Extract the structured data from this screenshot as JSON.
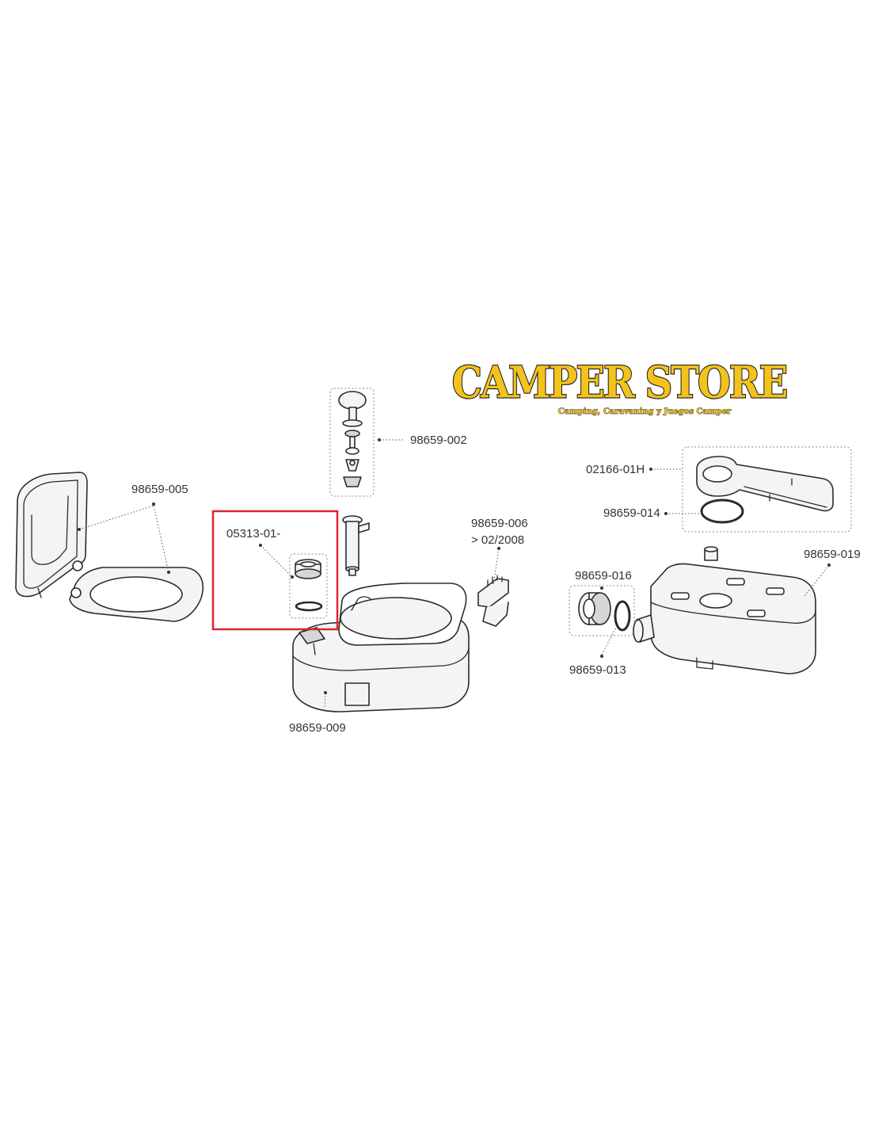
{
  "brand": {
    "name": "CAMPER STORE",
    "tagline": "Camping, Caravaning y Juegos Camper",
    "color": "#f4c21c",
    "outline_color": "#1a1a1a"
  },
  "highlight": {
    "part": "05313-01-",
    "color": "#d9272e"
  },
  "parts": {
    "p002": "98659-002",
    "p005": "98659-005",
    "p05313": "05313-01-",
    "p006": "98659-006",
    "p006_note": "> 02/2008",
    "p01h": "02166-01H",
    "p014": "98659-014",
    "p016": "98659-016",
    "p019": "98659-019",
    "p013": "98659-013",
    "p009": "98659-009"
  }
}
